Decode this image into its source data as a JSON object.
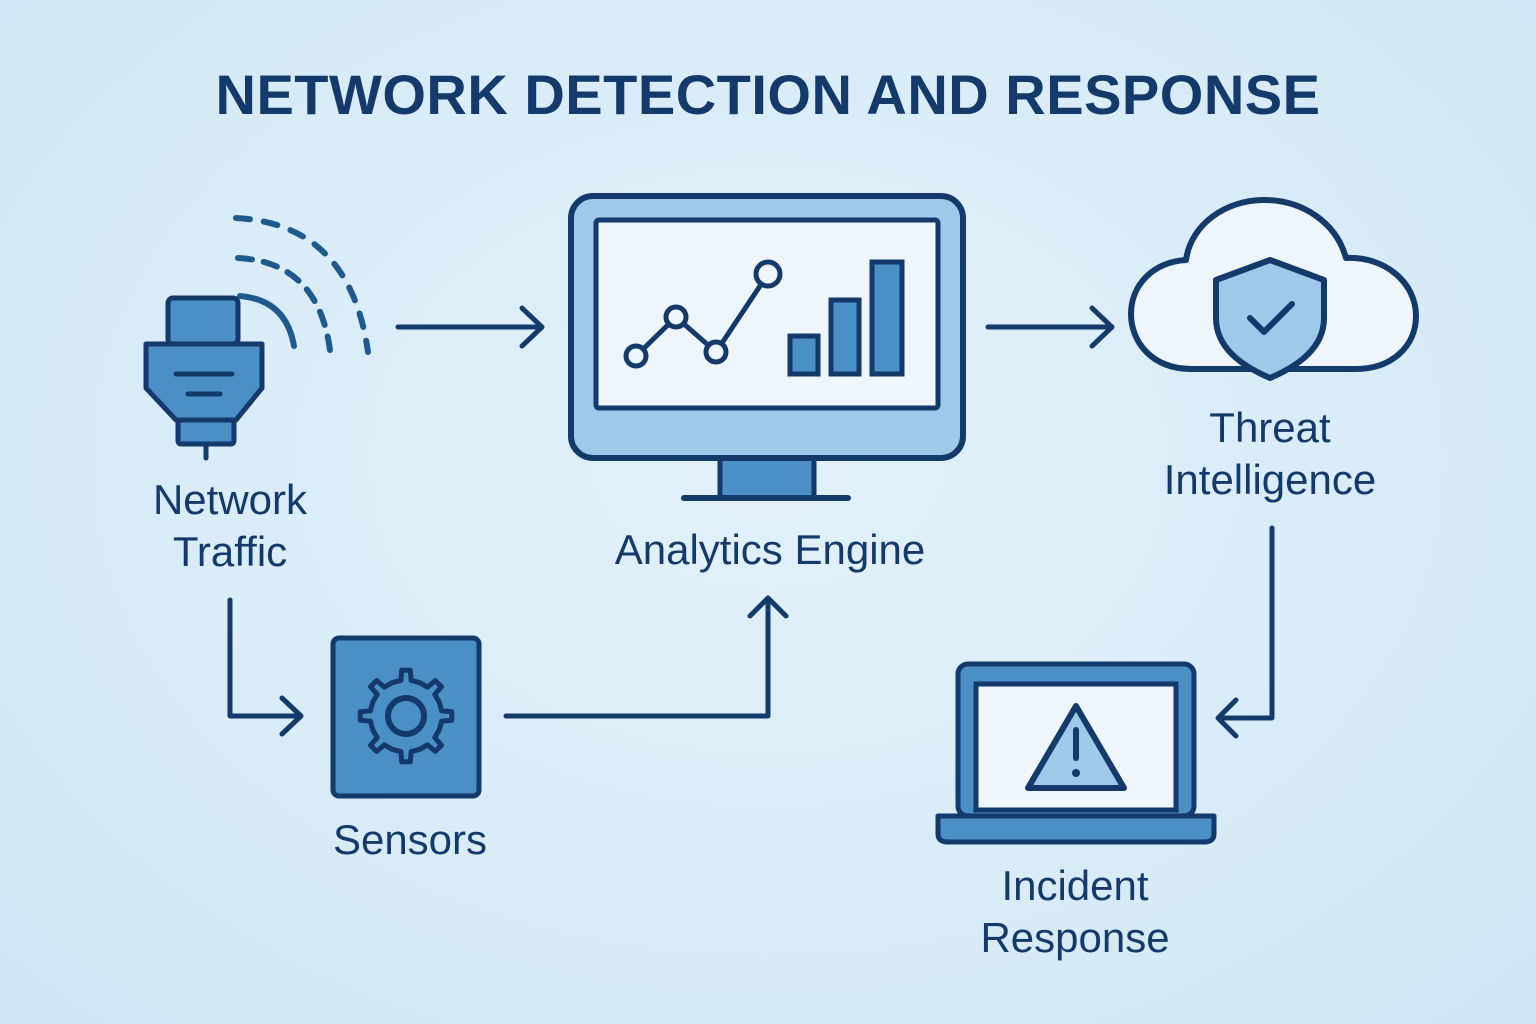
{
  "title": "NETWORK DETECTION AND RESPONSE",
  "nodes": {
    "network_traffic": {
      "label": "Network\nTraffic",
      "icon": "ethernet-plug-icon"
    },
    "analytics_engine": {
      "label": "Analytics Engine",
      "icon": "monitor-chart-icon"
    },
    "threat_intelligence": {
      "label": "Threat\nIntelligence",
      "icon": "cloud-shield-icon"
    },
    "sensors": {
      "label": "Sensors",
      "icon": "gear-icon"
    },
    "incident_response": {
      "label": "Incident\nResponse",
      "icon": "laptop-warning-icon"
    }
  },
  "edges": [
    {
      "from": "network_traffic",
      "to": "analytics_engine"
    },
    {
      "from": "analytics_engine",
      "to": "threat_intelligence"
    },
    {
      "from": "network_traffic",
      "to": "sensors"
    },
    {
      "from": "sensors",
      "to": "analytics_engine"
    },
    {
      "from": "threat_intelligence",
      "to": "incident_response"
    }
  ],
  "colors": {
    "background": "#d9ecf7",
    "ink": "#143a6b",
    "fill_mid": "#4a8fc6",
    "fill_light": "#9fc9e8",
    "screen": "#eef6fb"
  }
}
